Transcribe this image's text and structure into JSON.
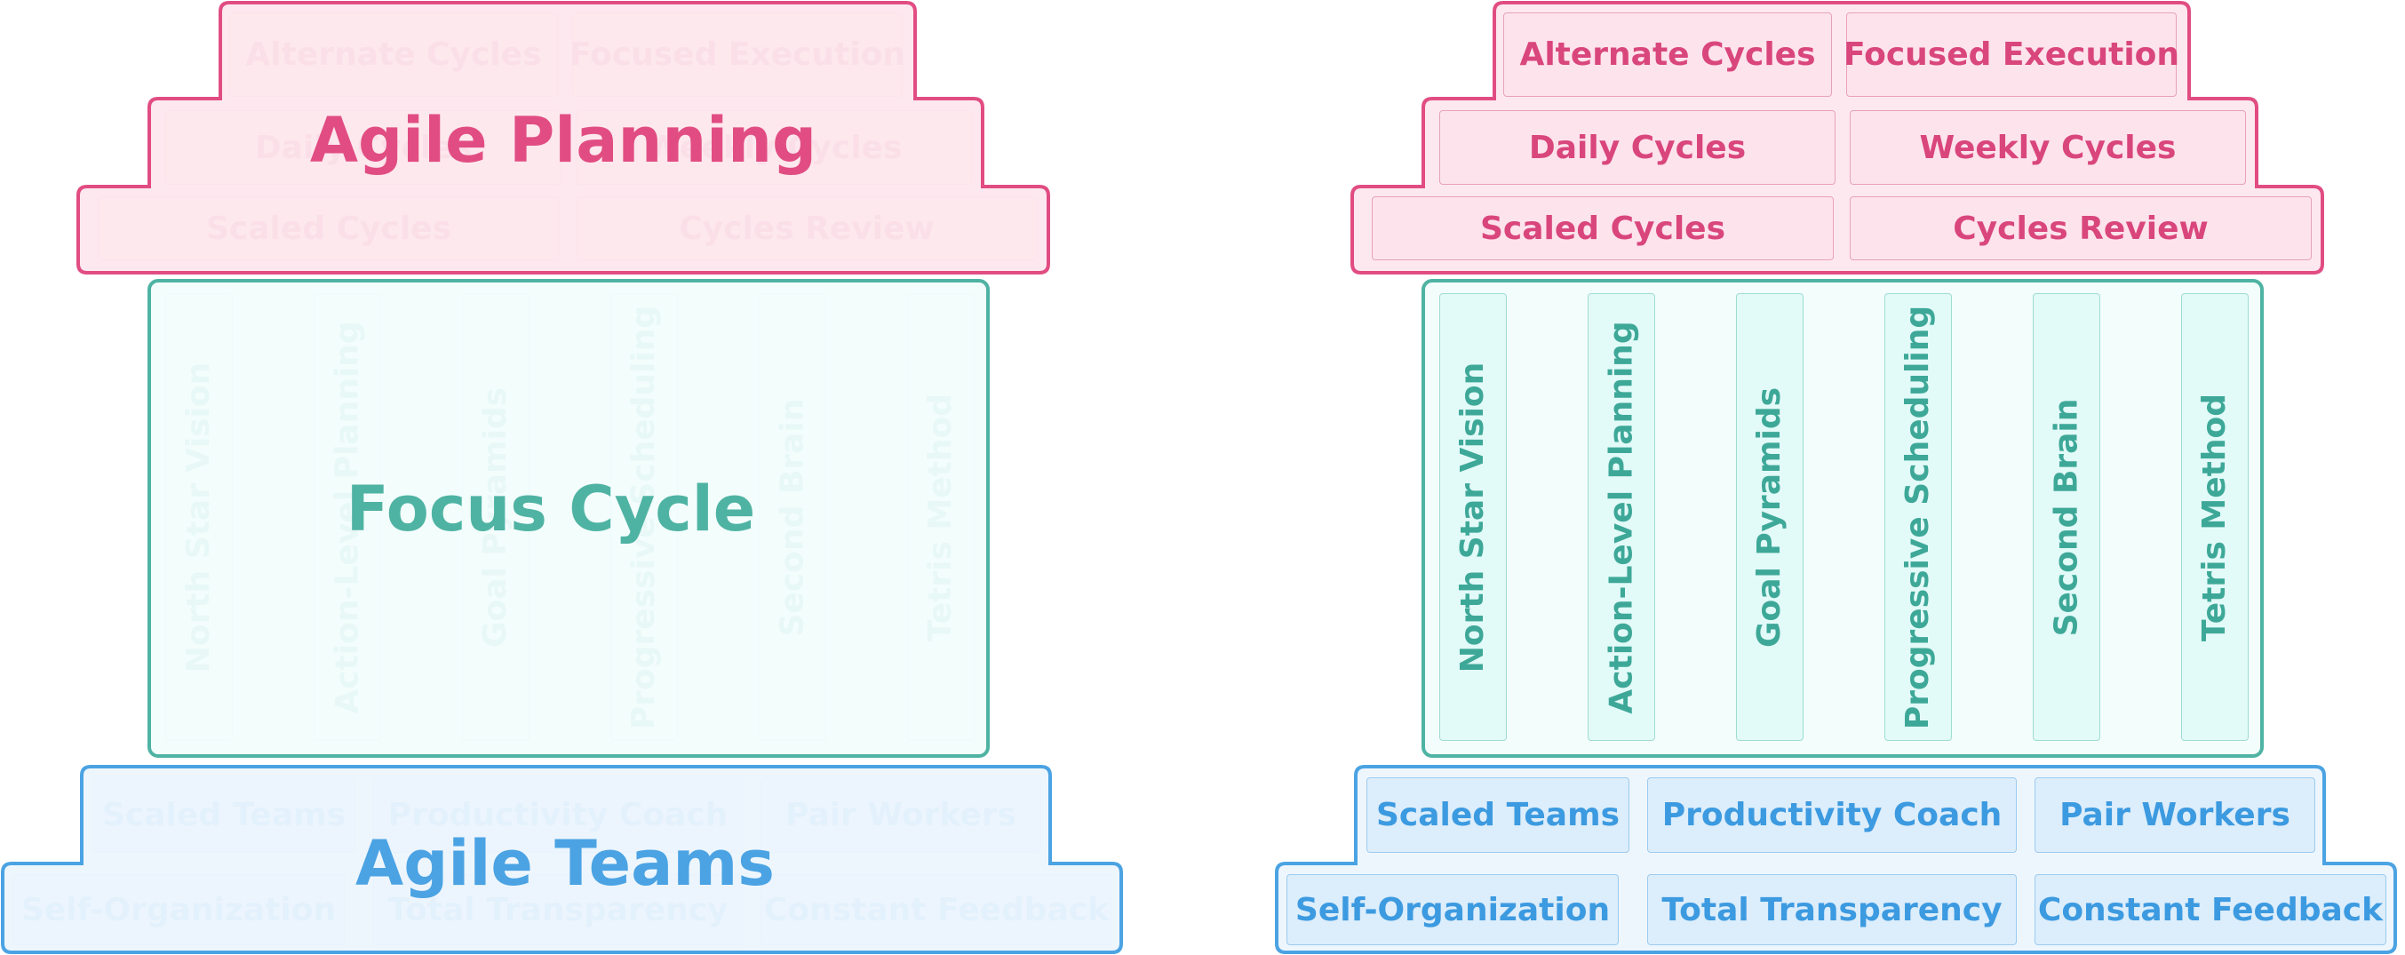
{
  "colors": {
    "planning_stroke": "#e14d82",
    "planning_fill": "#fde8ef",
    "focus_stroke": "#4fb3a3",
    "focus_fill": "#f3fdfc",
    "teams_stroke": "#4ba3e3",
    "teams_fill": "#eef6fd"
  },
  "left_diagram": {
    "planning_title": "Agile Planning",
    "focus_title": "Focus Cycle",
    "teams_title": "Agile Teams"
  },
  "planning": {
    "row1": [
      "Alternate Cycles",
      "Focused Execution"
    ],
    "row2": [
      "Daily Cycles",
      "Weekly Cycles"
    ],
    "row3": [
      "Scaled Cycles",
      "Cycles Review"
    ]
  },
  "focus": {
    "pillars": [
      "North Star Vision",
      "Action-Level Planning",
      "Goal Pyramids",
      "Progressive Scheduling",
      "Second Brain",
      "Tetris Method"
    ]
  },
  "teams": {
    "row1": [
      "Scaled Teams",
      "Productivity Coach",
      "Pair Workers"
    ],
    "row2": [
      "Self-Organization",
      "Total Transparency",
      "Constant Feedback"
    ]
  }
}
